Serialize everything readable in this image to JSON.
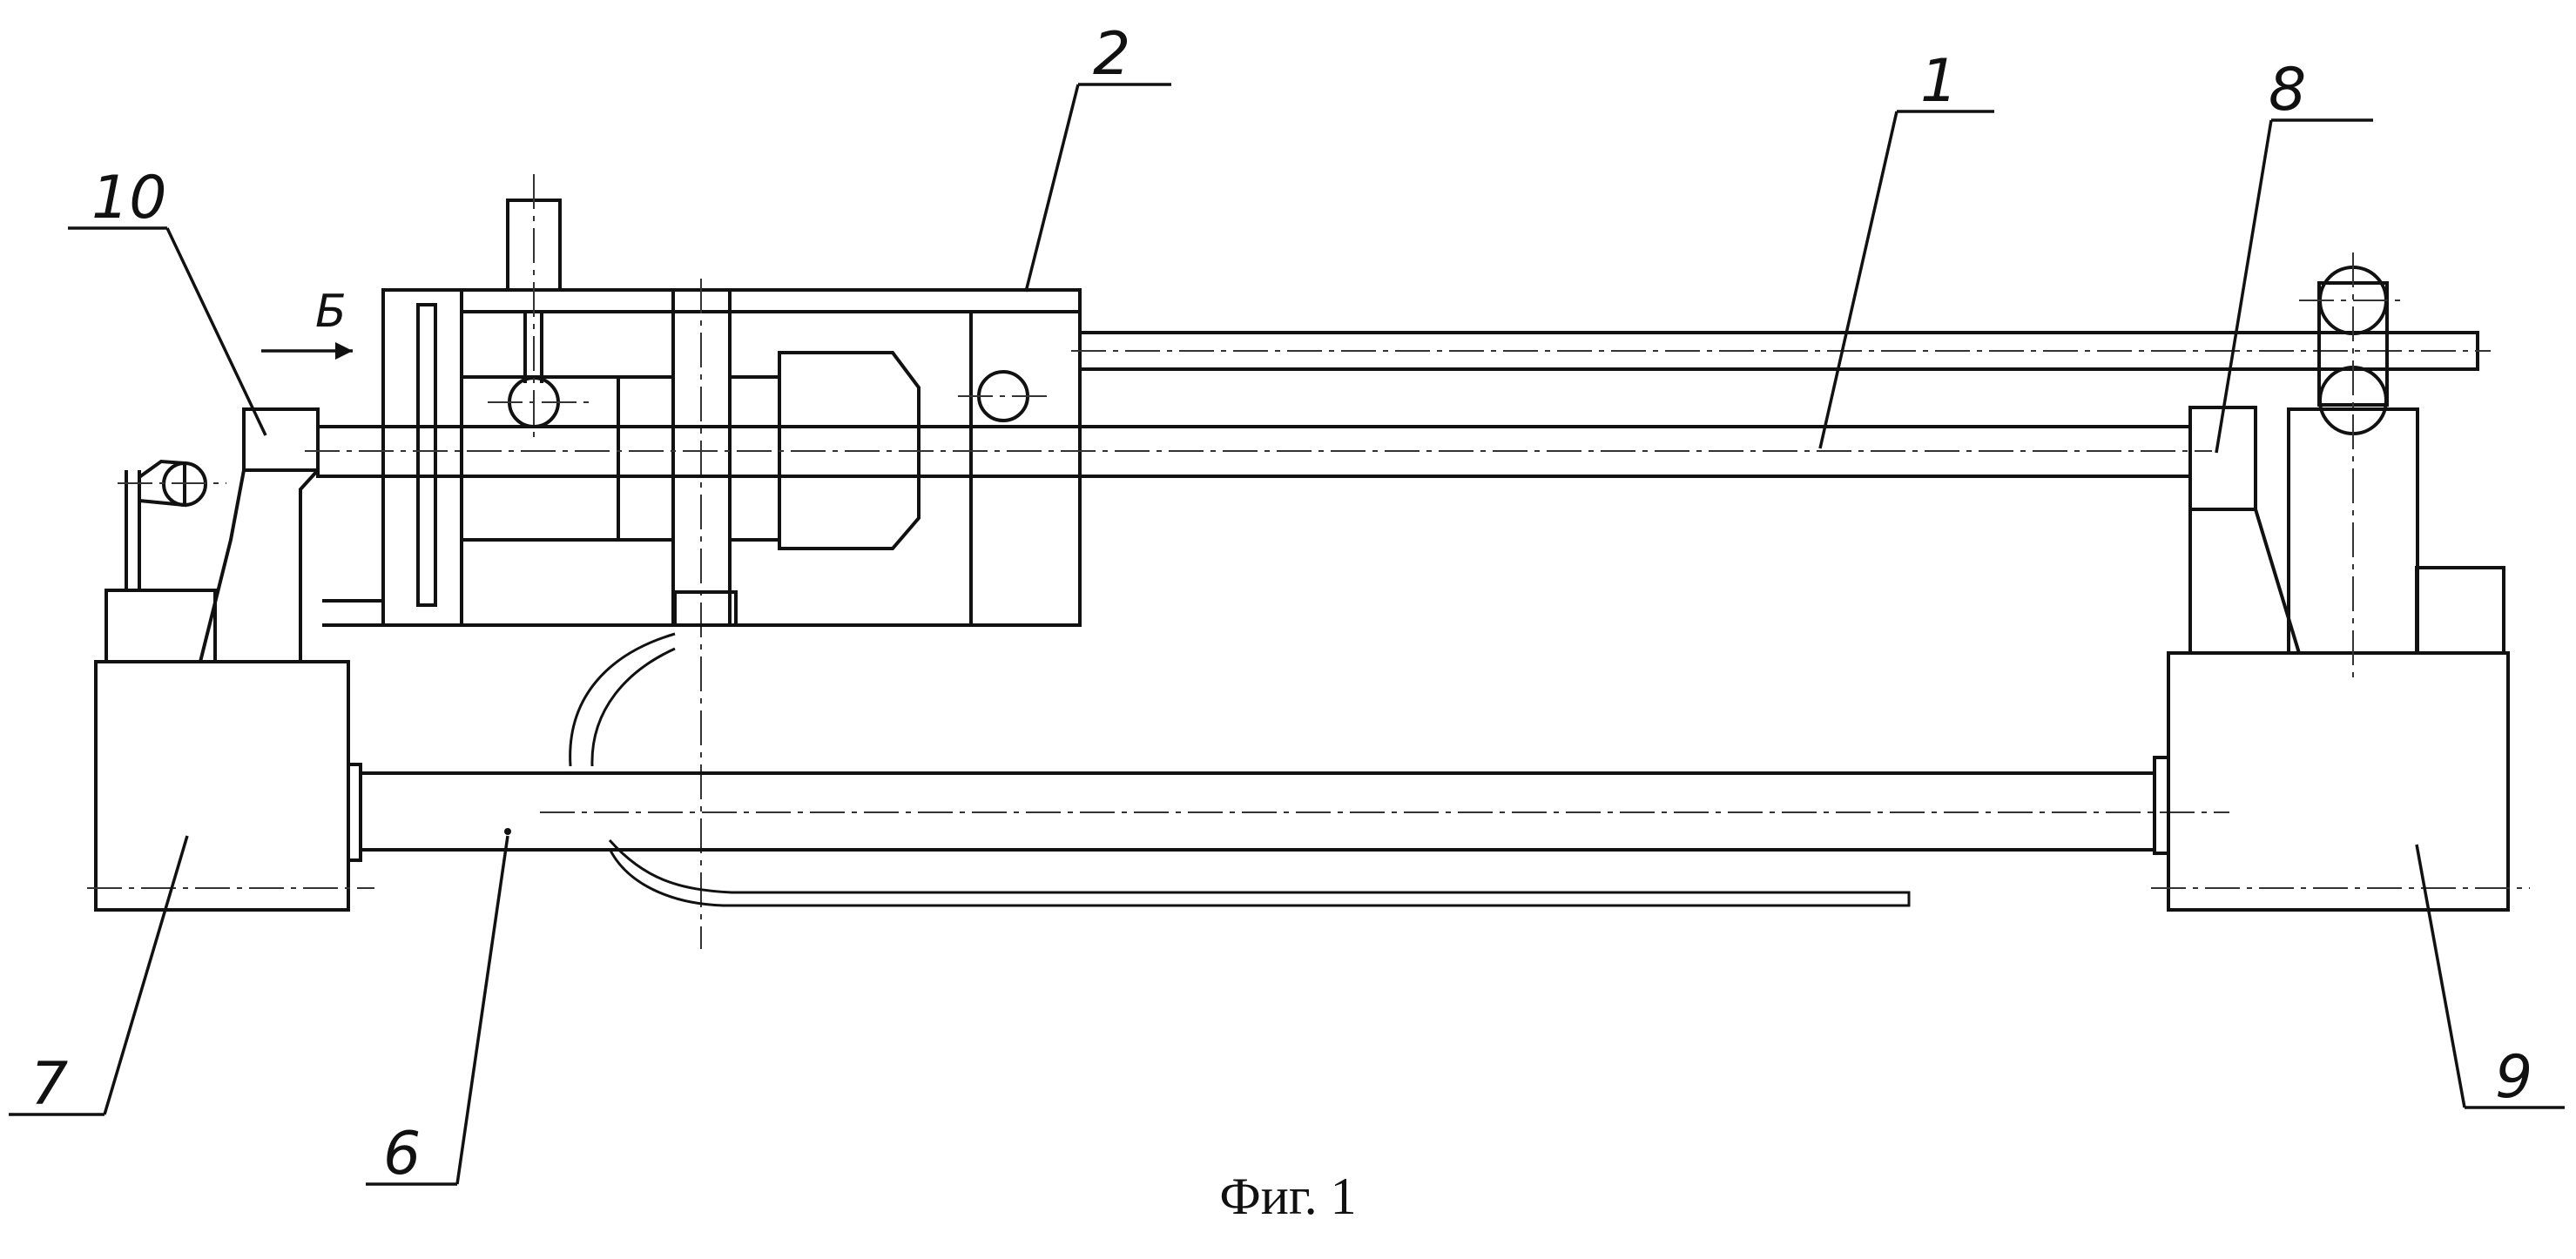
{
  "figure": {
    "caption": "Фиг. 1",
    "view_arrow_letter": "Б",
    "callouts": [
      {
        "id": "c1",
        "label": "1"
      },
      {
        "id": "c2",
        "label": "2"
      },
      {
        "id": "c6",
        "label": "6"
      },
      {
        "id": "c7",
        "label": "7"
      },
      {
        "id": "c8",
        "label": "8"
      },
      {
        "id": "c9",
        "label": "9"
      },
      {
        "id": "c10",
        "label": "10"
      }
    ]
  },
  "colors": {
    "ink": "#111111",
    "paper": "#ffffff"
  }
}
